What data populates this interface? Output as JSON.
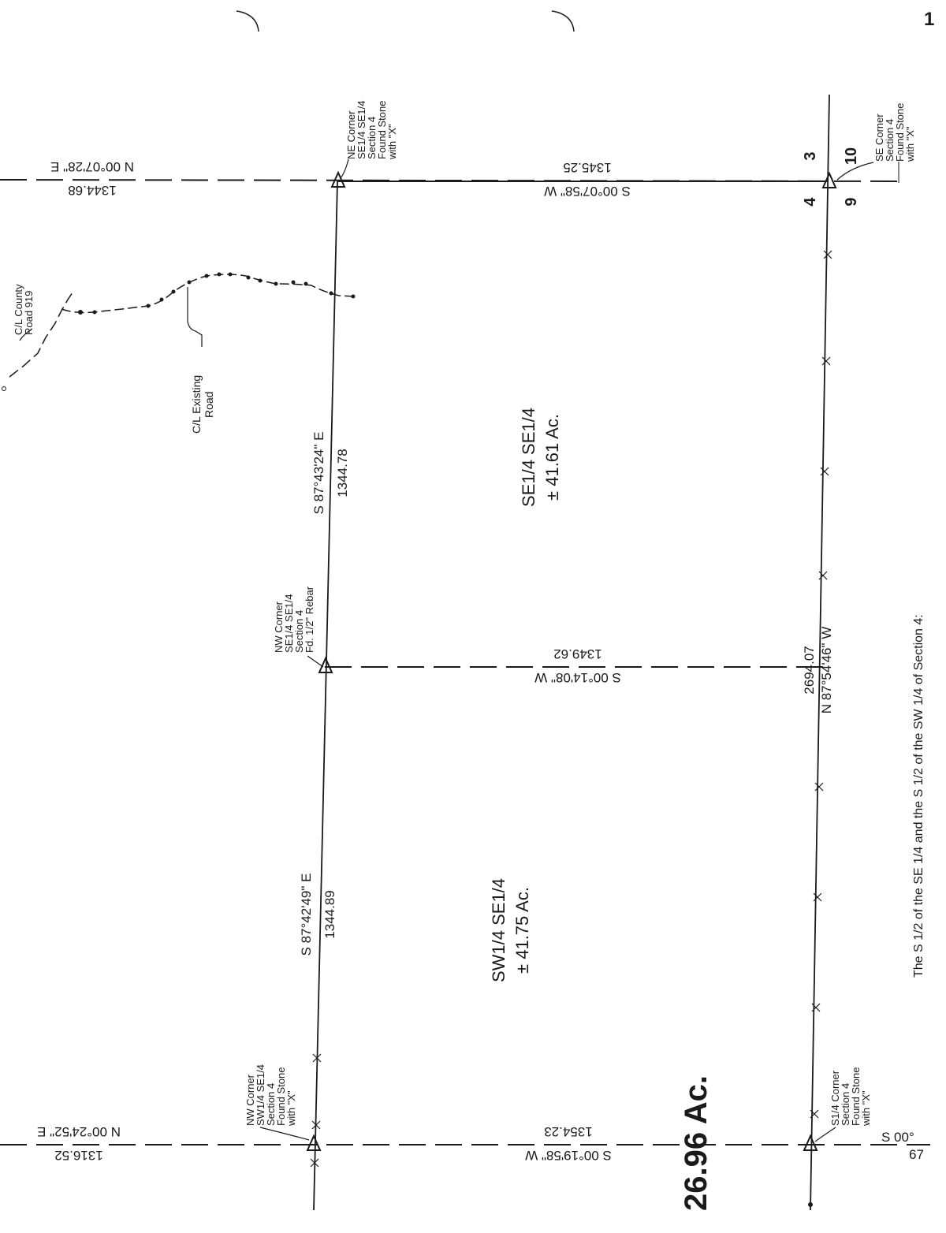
{
  "page": {
    "number": "1"
  },
  "lines": {
    "top_left": {
      "bearing": "N 00°07'28\" E",
      "distance": "1344.68"
    },
    "top_right": {
      "bearing": "S 00°07'58\" W",
      "distance": "1345.25"
    },
    "middle": {
      "bearing": "S 00°14'08\" W",
      "distance": "1349.62"
    },
    "bottom_left": {
      "bearing": "N 00°24'52\" E",
      "distance": "1316.52"
    },
    "bottom_right": {
      "bearing": "S 00°19'58\" W",
      "distance": "1354.23"
    },
    "east_upper": {
      "bearing": "S 87°43'24\" E",
      "distance": "1344.78"
    },
    "east_lower": {
      "bearing": "S 87°42'49\" E",
      "distance": "1344.89"
    },
    "west": {
      "bearing": "N 87°54'46\" W",
      "distance": "2694.07"
    },
    "edge_partial": {
      "bearing": "S 00°",
      "distance": "67"
    }
  },
  "parcels": {
    "se": {
      "name": "SE1/4  SE1/4",
      "area": "± 41.61 Ac."
    },
    "sw": {
      "name": "SW1/4  SE1/4",
      "area": "± 41.75 Ac."
    },
    "total": "26.96 Ac."
  },
  "corners": {
    "ne": [
      "NE Corner",
      "SE1/4  SE1/4",
      "Section 4",
      "Found Stone",
      "with \"X\""
    ],
    "se": [
      "SE Corner",
      "Section 4",
      "Found Stone",
      "with \"X\""
    ],
    "nw_se": [
      "NW Corner",
      "SE1/4  SE1/4",
      "Section 4",
      "Fd. 1/2\" Rebar"
    ],
    "nw_sw": [
      "NW Corner",
      "SW1/4  SE1/4",
      "Section 4",
      "Found Stone",
      "with \"X\""
    ],
    "s14": [
      "S1/4 Corner",
      "Section 4",
      "Found Stone",
      "with \"X\""
    ]
  },
  "roads": {
    "county": [
      "C/L County",
      "Road 919"
    ],
    "existing": [
      "C/L Existing",
      "Road"
    ]
  },
  "section_numbers": {
    "n3": "3",
    "n4": "4",
    "n9": "9",
    "n10": "10"
  },
  "description": "The S 1/2 of the SE 1/4 and the S 1/2 of the SW 1/4 of Section 4:"
}
